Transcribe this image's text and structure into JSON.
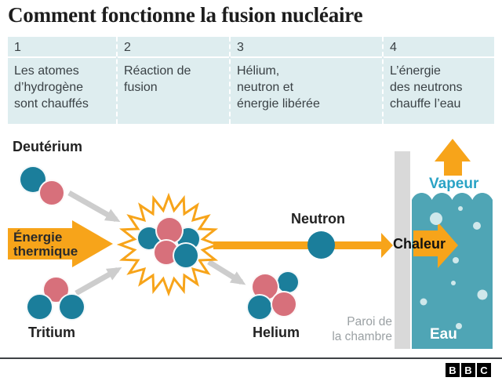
{
  "title": "Comment fonctionne la fusion nucléaire",
  "steps": [
    {
      "number": "1",
      "text": "Les atomes\nd’hydrogène\nsont chauffés"
    },
    {
      "number": "2",
      "text": "Réaction de\nfusion"
    },
    {
      "number": "3",
      "text": "Hélium,\nneutron et\nénergie libérée"
    },
    {
      "number": "4",
      "text": "L’énergie\ndes neutrons\nchauffe l’eau"
    }
  ],
  "diagram": {
    "deuterium": "Deutérium",
    "tritium": "Tritium",
    "thermal_energy": "Énergie\nthermique",
    "neutron": "Neutron",
    "helium": "Helium",
    "heat": "Chaleur",
    "steam": "Vapeur",
    "water": "Eau",
    "wall": "Paroi de\nla chambre"
  },
  "colors": {
    "orange": "#F7A41A",
    "teal": "#1B7E9B",
    "pink": "#D7707B",
    "water": "#4FA5B5",
    "wall_gray": "#D9D9D9",
    "table_bg": "#DEEDEF",
    "steam_text": "#2AA3C5",
    "gray_arrow": "#CDCDCD",
    "muted_gray": "#9BA1A4",
    "text_dark": "#222222"
  },
  "logo": {
    "letters": [
      "B",
      "B",
      "C"
    ]
  }
}
